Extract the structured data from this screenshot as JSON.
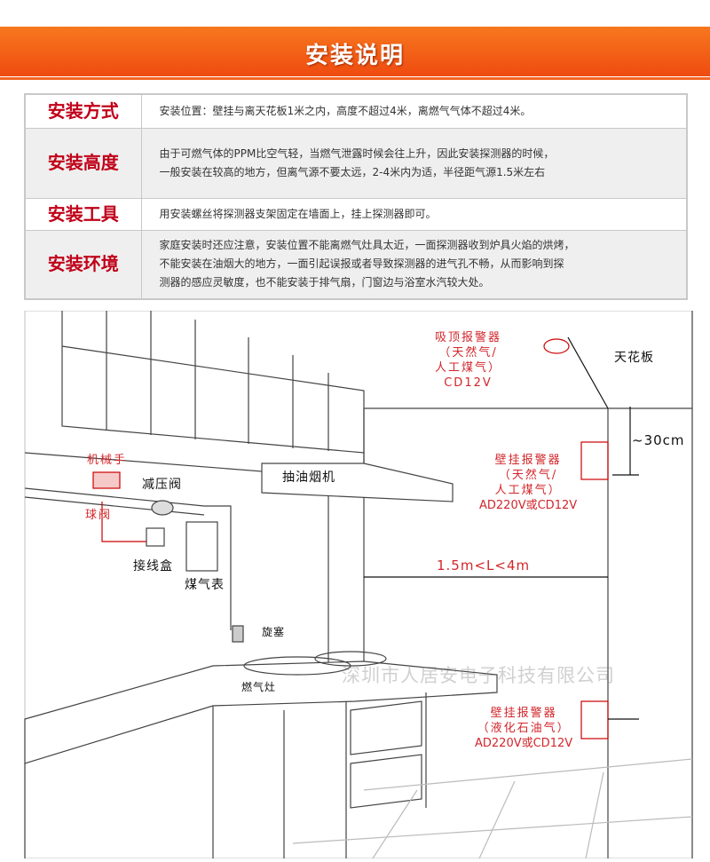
{
  "header": {
    "title": "安装说明"
  },
  "table": [
    {
      "key": "安装方式",
      "lines": [
        "安装位置：壁挂与离天花板1米之内，高度不超过4米，离燃气气体不超过4米。"
      ]
    },
    {
      "key": "安装高度",
      "lines": [
        "由于可燃气体的PPM比空气轻，当燃气泄露时候会往上升，因此安装探测器的时候，",
        "一般安装在较高的地方，但离气源不要太远，2-4米内为适，半径距气源1.5米左右"
      ]
    },
    {
      "key": "安装工具",
      "lines": [
        "用安装螺丝将探测器支架固定在墙面上，挂上探测器即可。"
      ]
    },
    {
      "key": "安装环境",
      "lines": [
        "家庭安装时还应注意，安装位置不能离燃气灶具太近，一面探测器收到炉具火焰的烘烤，",
        "不能安装在油烟大的地方，一面引起误报或者导致探测器的进气孔不畅，从而影响到探",
        "测器的感应灵敏度，也不能安装于排气扇，门窗边与浴室水汽较大处。"
      ]
    }
  ],
  "diagram": {
    "ceiling_alarm": [
      "吸顶报警器",
      "（天然气/",
      "人工煤气）",
      "CD12V"
    ],
    "ceiling": "天花板",
    "dist_ceiling": "~30cm",
    "wall_alarm1": [
      "壁挂报警器",
      "（天然气/",
      "人工煤气）",
      "AD220V或CD12V"
    ],
    "wall_alarm2": [
      "壁挂报警器",
      "（液化石油气）",
      "AD220V或CD12V"
    ],
    "distance": "1.5m<L<4m",
    "hood": "抽油烟机",
    "manipulator": "机械手",
    "valve": "球阀",
    "regulator": "减压阀",
    "junction_box": "接线盒",
    "gas_meter": "煤气表",
    "plug_valve": "旋塞",
    "stove": "燃气灶",
    "watermark": "深圳市人居安电子科技有限公司"
  }
}
